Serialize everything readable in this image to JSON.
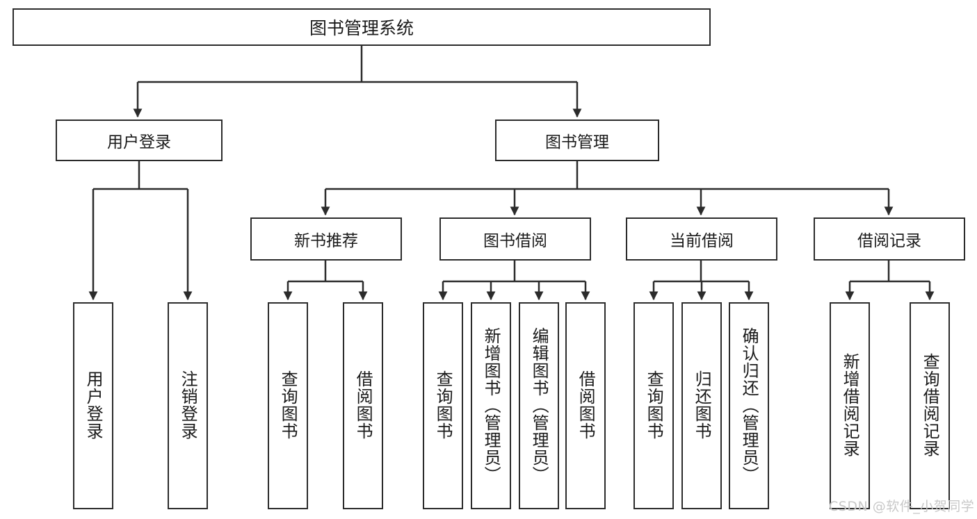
{
  "diagram": {
    "title": "图书管理系统",
    "type": "tree",
    "colors": {
      "box_border": "#2b2b2b",
      "box_fill": "#ffffff",
      "edge": "#2b2b2b",
      "text": "#1a1a1a",
      "watermark": "#c8c8c8",
      "background": "#ffffff"
    },
    "root": {
      "label": "图书管理系统"
    },
    "tier2": [
      {
        "label": "用户登录"
      },
      {
        "label": "图书管理"
      }
    ],
    "tier3": [
      {
        "label": "新书推荐"
      },
      {
        "label": "图书借阅"
      },
      {
        "label": "当前借阅"
      },
      {
        "label": "借阅记录"
      }
    ],
    "leaves": {
      "user_login": [
        {
          "label": "用户登录"
        },
        {
          "label": "注销登录"
        }
      ],
      "new_book_recommend": [
        {
          "label": "查询图书"
        },
        {
          "label": "借阅图书"
        }
      ],
      "book_borrow": [
        {
          "label": "查询图书"
        },
        {
          "label": "新增图书（管理员）"
        },
        {
          "label": "编辑图书（管理员）"
        },
        {
          "label": "借阅图书"
        }
      ],
      "current_borrow": [
        {
          "label": "查询图书"
        },
        {
          "label": "归还图书"
        },
        {
          "label": "确认归还（管理员）"
        }
      ],
      "borrow_record": [
        {
          "label": "新增借阅记录"
        },
        {
          "label": "查询借阅记录"
        }
      ]
    },
    "watermark": "CSDN @软件_小贺同学"
  }
}
